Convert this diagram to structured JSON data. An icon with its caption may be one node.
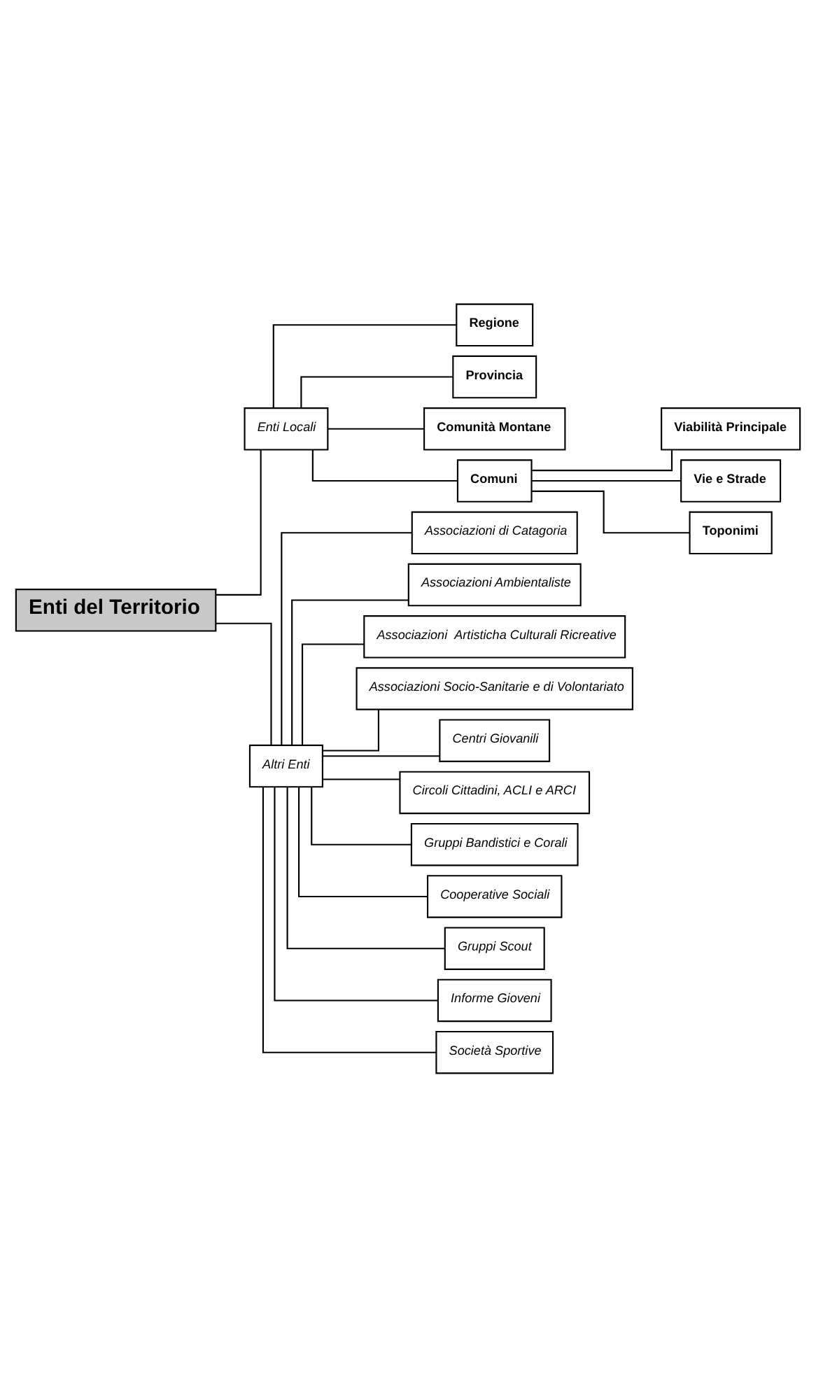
{
  "diagram": {
    "nodes": [
      {
        "text": [
          "Enti del Territorio"
        ]
      },
      {
        "text": [
          "Enti Locali"
        ]
      },
      {
        "text": [
          "Regione"
        ]
      },
      {
        "text": [
          "Provincia"
        ]
      },
      {
        "text": [
          "Comunità Montane"
        ]
      },
      {
        "text": [
          "Comuni"
        ]
      },
      {
        "text": [
          "Viabilità Principale"
        ]
      },
      {
        "text": [
          "Vie e Strade"
        ]
      },
      {
        "text": [
          "Toponimi"
        ]
      },
      {
        "text": [
          "Altri Enti"
        ]
      },
      {
        "text": [
          "Associazioni di Catagoria"
        ]
      },
      {
        "text": [
          "Associazioni Ambientaliste"
        ]
      },
      {
        "text": [
          "Associazioni  Artisticha Culturali Ricreative"
        ]
      },
      {
        "text": [
          "Associazioni Socio-Sanitarie e di Volontariato"
        ]
      },
      {
        "text": [
          "Centri Giovanili"
        ]
      },
      {
        "text": [
          "Circoli Cittadini, ACLI e ARCI"
        ]
      },
      {
        "text": [
          "Gruppi Bandistici e Corali"
        ]
      },
      {
        "text": [
          "Cooperative Sociali"
        ]
      },
      {
        "text": [
          "Gruppi Scout"
        ]
      },
      {
        "text": [
          "Informe Gioveni"
        ]
      },
      {
        "text": [
          "Società Sportive"
        ]
      }
    ],
    "edges": [
      {
        "from": 0,
        "to": 1,
        "arrow": "none"
      },
      {
        "from": 1,
        "to": 2,
        "arrow": "none"
      },
      {
        "from": 1,
        "to": 3,
        "arrow": "none"
      },
      {
        "from": 1,
        "to": 4,
        "arrow": "none"
      },
      {
        "from": 1,
        "to": 5,
        "arrow": "none"
      },
      {
        "from": 5,
        "to": 6,
        "arrow": "none"
      },
      {
        "from": 5,
        "to": 7,
        "arrow": "none"
      },
      {
        "from": 5,
        "to": 8,
        "arrow": "none"
      },
      {
        "from": 0,
        "to": 9,
        "arrow": "none"
      },
      {
        "from": 9,
        "to": 10,
        "arrow": "none"
      },
      {
        "from": 9,
        "to": 11,
        "arrow": "none"
      },
      {
        "from": 9,
        "to": 12,
        "arrow": "none"
      },
      {
        "from": 9,
        "to": 13,
        "arrow": "none"
      },
      {
        "from": 9,
        "to": 14,
        "arrow": "none"
      },
      {
        "from": 9,
        "to": 15,
        "arrow": "none"
      },
      {
        "from": 9,
        "to": 16,
        "arrow": "none"
      },
      {
        "from": 9,
        "to": 17,
        "arrow": "none"
      },
      {
        "from": 9,
        "to": 18,
        "arrow": "none"
      },
      {
        "from": 9,
        "to": 19,
        "arrow": "none"
      },
      {
        "from": 9,
        "to": 20,
        "arrow": "none"
      }
    ]
  }
}
